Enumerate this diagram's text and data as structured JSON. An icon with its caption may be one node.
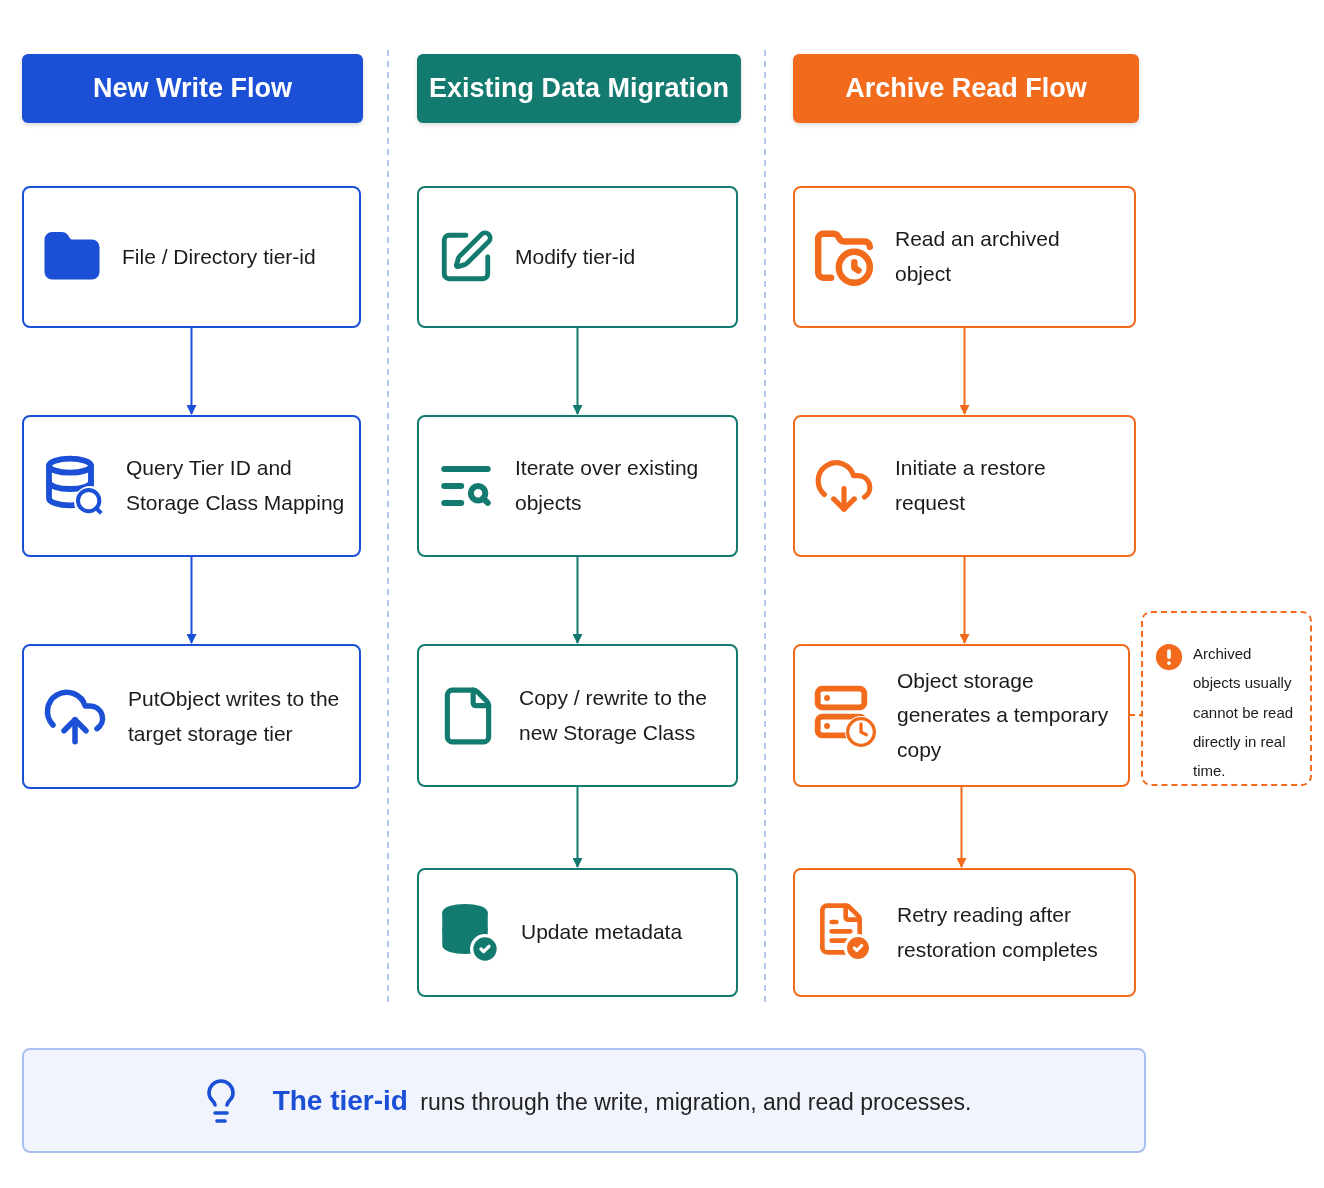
{
  "diagram": {
    "nodes": [
      {
        "text": [
          "New Write Flow"
        ]
      },
      {
        "text": [
          "Existing Data Migration"
        ]
      },
      {
        "text": [
          "Archive Read Flow"
        ]
      },
      {
        "text": [
          "File / Directory tier-id"
        ]
      },
      {
        "text": [
          "Query Tier ID and Storage Class Mapping"
        ]
      },
      {
        "text": [
          "PutObject writes to the target storage tier"
        ]
      },
      {
        "text": [
          "Modify tier-id"
        ]
      },
      {
        "text": [
          "Iterate over existing objects"
        ]
      },
      {
        "text": [
          "Copy / rewrite to the new Storage Class"
        ]
      },
      {
        "text": [
          "Update metadata"
        ]
      },
      {
        "text": [
          "Read an archived object"
        ]
      },
      {
        "text": [
          "Initiate a restore request"
        ]
      },
      {
        "text": [
          "Object storage generates a temporary copy"
        ]
      },
      {
        "text": [
          "Retry reading after restoration completes"
        ]
      },
      {
        "text": [
          "Archived objects usually cannot be read directly in real time."
        ]
      },
      {
        "text": [
          "**The tier-id** runs through the write, migration, and read processes."
        ]
      }
    ],
    "edges": [
      {
        "from": 3,
        "to": 4,
        "arrow": "to",
        "color": "#1a4fd6"
      },
      {
        "from": 4,
        "to": 5,
        "arrow": "to",
        "color": "#1a4fd6"
      },
      {
        "from": 6,
        "to": 7,
        "arrow": "to",
        "color": "#137a6f"
      },
      {
        "from": 7,
        "to": 8,
        "arrow": "to",
        "color": "#137a6f"
      },
      {
        "from": 8,
        "to": 9,
        "arrow": "to",
        "color": "#137a6f"
      },
      {
        "from": 10,
        "to": 11,
        "arrow": "to",
        "color": "#f26b1d"
      },
      {
        "from": 11,
        "to": 12,
        "arrow": "to",
        "color": "#f26b1d"
      },
      {
        "from": 12,
        "to": 13,
        "arrow": "to",
        "color": "#f26b1d"
      },
      {
        "from": 12,
        "to": 14,
        "arrow": "none",
        "style": "dashed",
        "color": "#f26b1d"
      }
    ]
  }
}
